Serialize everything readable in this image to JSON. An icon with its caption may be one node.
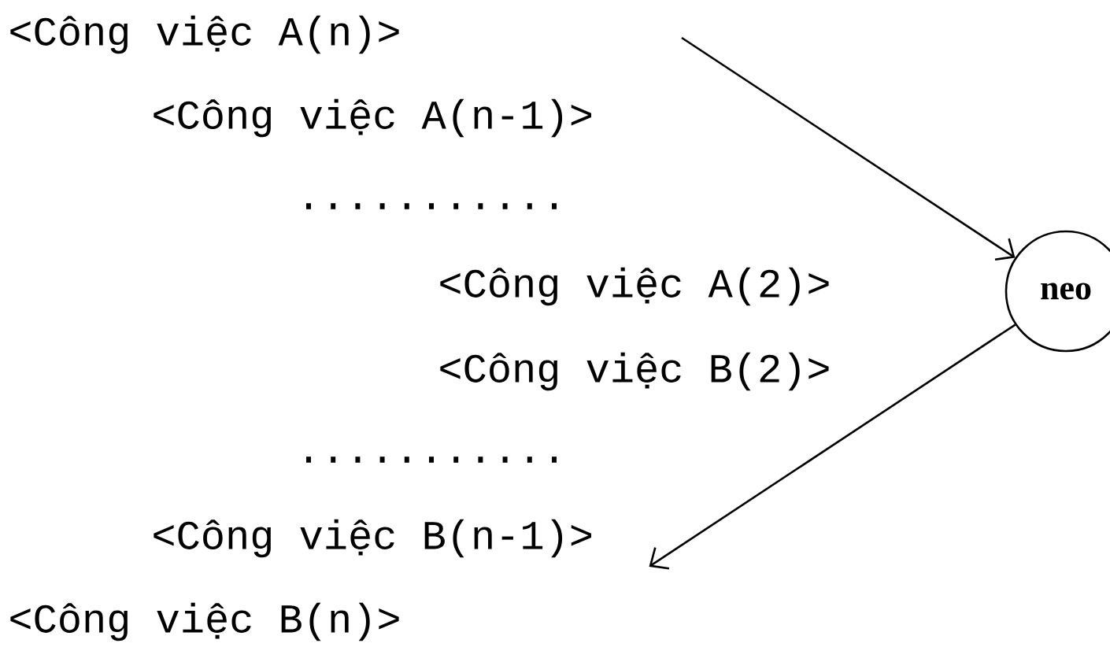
{
  "diagram": {
    "nodes": [
      {
        "text": [
          "neo"
        ]
      },
      {
        "text": [
          "<Công việc B(n-1)>"
        ]
      }
    ],
    "edges": [
      {
        "from": null,
        "to": 0,
        "arrow": "to"
      },
      {
        "from": 0,
        "to": 1,
        "arrow": "to"
      }
    ],
    "labels": [
      "<Công việc A(n)>",
      "<Công việc A(n-1)>",
      "...........",
      "<Công việc A(2)>",
      "<Công việc B(2)>",
      "...........",
      "<Công việc B(n)>"
    ]
  }
}
